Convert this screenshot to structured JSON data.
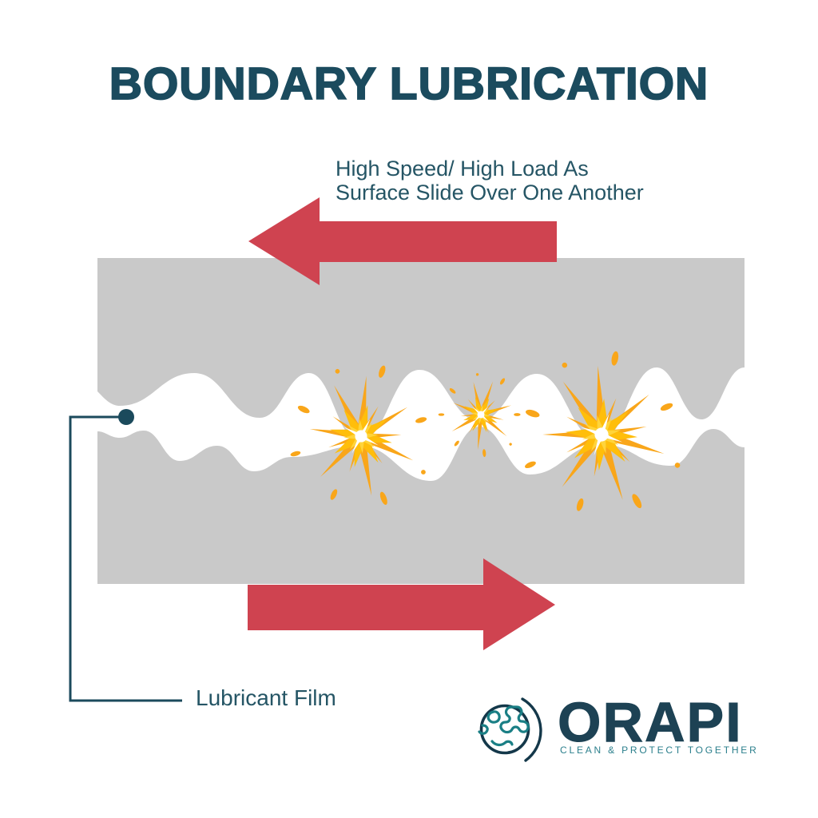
{
  "title": "BOUNDARY LUBRICATION",
  "annotation": {
    "line1": "High Speed/ High Load As",
    "line2": "Surface Slide Over One Another"
  },
  "labels": {
    "lubricant_film": "Lubricant Film"
  },
  "logo": {
    "name": "ORAPI",
    "tagline": "CLEAN & PROTECT TOGETHER",
    "icon": "globe-icon"
  },
  "diagram": {
    "surfaces": {
      "top": "upper-metal-surface",
      "bottom": "lower-metal-surface",
      "color": "#c9c9c9"
    },
    "arrows": [
      {
        "name": "upper-arrow",
        "direction": "left",
        "color": "#cf4350"
      },
      {
        "name": "lower-arrow",
        "direction": "right",
        "color": "#cf4350"
      }
    ],
    "sparks": {
      "icon": "friction-spark-icon",
      "count": 3,
      "colors": [
        "#f9a61a",
        "#ffbe0b",
        "#ffd43b"
      ]
    },
    "pointer": {
      "target": "lubricant-film-gap",
      "color": "#1b4a5c"
    }
  },
  "colors": {
    "background": "#ffffff",
    "heading": "#1b4b5e",
    "body_text": "#255565",
    "red_arrow": "#cf4350",
    "surface_gray": "#c9c9c9",
    "logo_navy": "#1d4254",
    "logo_teal": "#1a7f85"
  }
}
